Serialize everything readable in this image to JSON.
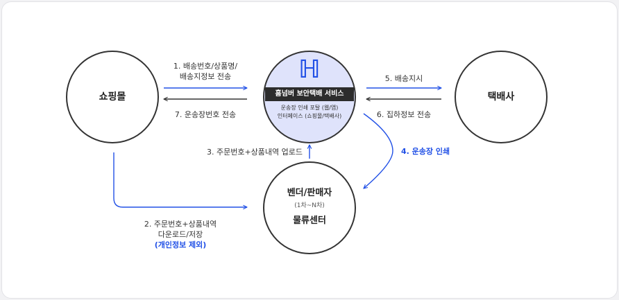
{
  "nodes": {
    "shopping_mall": "쇼핑몰",
    "service": {
      "logo_glyph": "ℍ",
      "name": "홈넘버 보안택배 서비스",
      "line1": "운송장 인쇄 포탈 (웹/앱)",
      "line2": "인터페이스 (쇼핑몰/택배사)"
    },
    "courier": "택배사",
    "vendor": {
      "title": "벤더/판매자",
      "sub": "(1차~N차)",
      "center": "물류센터"
    }
  },
  "edges": {
    "e1_line1": "1. 배송번호/상품명/",
    "e1_line2": "배송지정보 전송",
    "e2_line1": "2. 주문번호+상품내역",
    "e2_line2": "다운로드/저장",
    "e2_note": "(개인정보 제외)",
    "e3": "3. 주문번호+상품내역 업로드",
    "e4": "4. 운송장 인쇄",
    "e5": "5. 배송지시",
    "e6": "6. 집하정보 전송",
    "e7": "7. 운송장번호 전송"
  },
  "colors": {
    "accent": "#2150e6",
    "service_fill": "#dfe3fb",
    "ring": "#333333",
    "banner": "#2c2c2c"
  }
}
